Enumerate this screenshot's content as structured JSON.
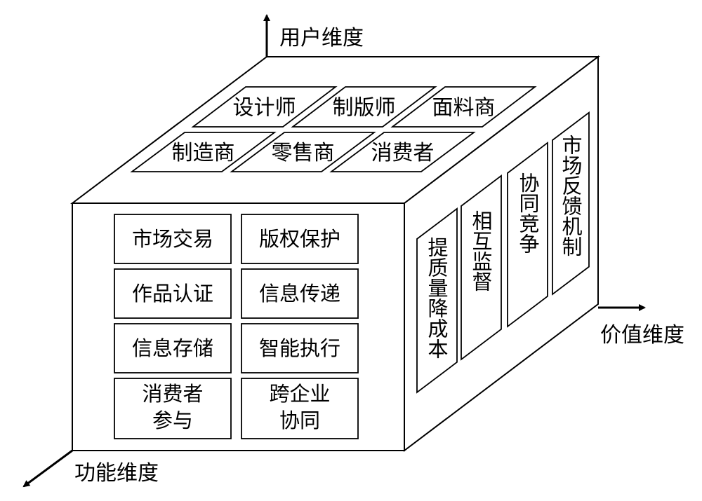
{
  "axes": {
    "user": "用户维度",
    "value": "价值维度",
    "function": "功能维度"
  },
  "top_face": {
    "rows": [
      [
        "设计师",
        "制版师",
        "面料商"
      ],
      [
        "制造商",
        "零售商",
        "消费者"
      ]
    ]
  },
  "front_face": {
    "rows": [
      [
        "市场交易",
        "版权保护"
      ],
      [
        "作品认证",
        "信息传递"
      ],
      [
        "信息存储",
        "智能执行"
      ],
      [
        [
          "消费者",
          "参与"
        ],
        [
          "跨企业",
          "协同"
        ]
      ]
    ]
  },
  "side_face": {
    "items": [
      "提质量降成本",
      "相互监督",
      "协同竞争",
      "市场反馈机制"
    ]
  },
  "colors": {
    "stroke": "#000000",
    "background": "#ffffff"
  }
}
